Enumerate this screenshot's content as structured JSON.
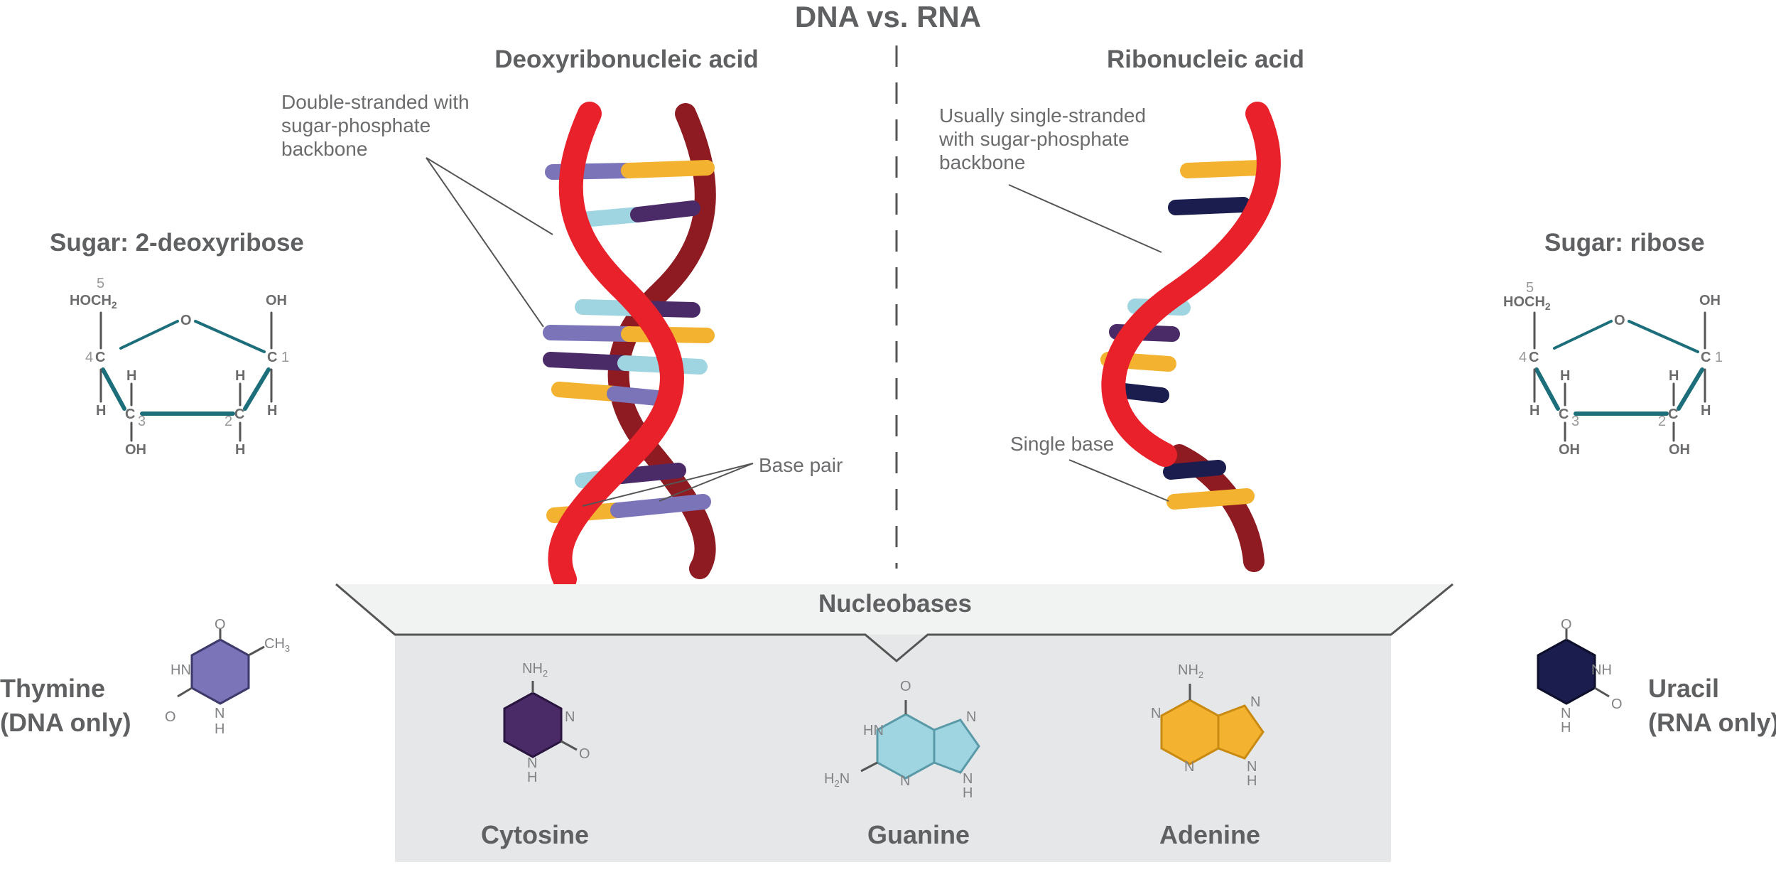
{
  "title": "DNA vs. RNA",
  "dna": {
    "heading": "Deoxyribonucleic acid",
    "backbone_note": [
      "Double-stranded with",
      "sugar-phosphate",
      "backbone"
    ],
    "base_pair_note": "Base pair"
  },
  "rna": {
    "heading": "Ribonucleic acid",
    "backbone_note": [
      "Usually single-stranded",
      "with sugar-phosphate",
      "backbone"
    ],
    "single_base_note": "Single base"
  },
  "sugar_dna": {
    "heading": "Sugar: 2-deoxyribose",
    "labels": {
      "hoch2": "HOCH",
      "sub": "2",
      "oh": "OH",
      "o": "O",
      "c": "C",
      "h": "H",
      "n5": "5",
      "n4": "4",
      "n3": "3",
      "n2": "2",
      "n1": "1"
    }
  },
  "sugar_rna": {
    "heading": "Sugar: ribose",
    "labels": {
      "hoch2": "HOCH",
      "sub": "2",
      "oh": "OH",
      "o": "O",
      "c": "C",
      "h": "H",
      "n5": "5",
      "n4": "4",
      "n3": "3",
      "n2": "2",
      "n1": "1"
    }
  },
  "nucleobases": {
    "heading": "Nucleobases",
    "cytosine": "Cytosine",
    "guanine": "Guanine",
    "adenine": "Adenine"
  },
  "thymine": {
    "line1": "Thymine",
    "line2": "(DNA only)"
  },
  "uracil": {
    "line1": "Uracil",
    "line2": "(RNA only)"
  },
  "atoms": {
    "nh2": "NH",
    "h2n": "H",
    "n": "N",
    "two": "2",
    "hn": "HN",
    "nh": "NH",
    "h": "H",
    "o": "O",
    "ch3": "CH",
    "three": "3"
  },
  "colors": {
    "strand_front": "#e8212a",
    "strand_back": "#8e1b21",
    "thymine": "#7b74b8",
    "adenine": "#f3b22f",
    "cytosine": "#4b2a68",
    "guanine": "#9fd5e1",
    "uracil": "#1a1d4d",
    "bond": "#1b6e7a",
    "panel": "#e6e7e8",
    "funnel": "#f1f2f2"
  }
}
